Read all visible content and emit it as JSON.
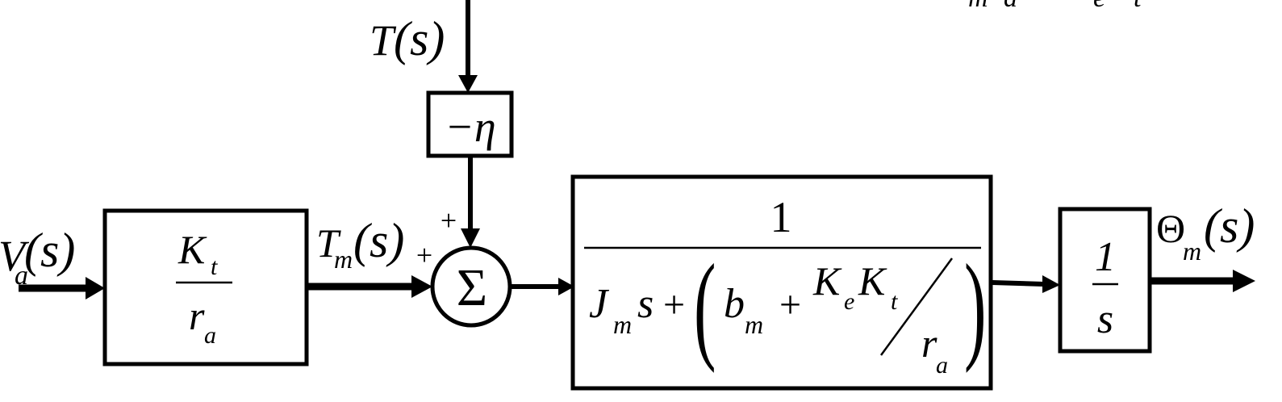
{
  "diagram": {
    "input_v": {
      "main": "V",
      "sub": "a",
      "arg": "(s)"
    },
    "disturbance_t": {
      "main": "T",
      "arg": "(s)"
    },
    "eta_block": {
      "label": "−η"
    },
    "gain_block": {
      "num_main": "K",
      "num_sub": "t",
      "den_main": "r",
      "den_sub": "a"
    },
    "torque_signal": {
      "main": "T",
      "sub": "m",
      "arg": "(s)"
    },
    "summing_junction": {
      "symbol": "Σ",
      "sign_top": "+",
      "sign_left": "+"
    },
    "plant_block": {
      "numerator": "1",
      "den_j": "J",
      "den_j_sub": "m",
      "den_s": "s",
      "plus1": "+",
      "paren_open": "(",
      "den_b": "b",
      "den_b_sub": "m",
      "plus2": "+",
      "den_k1": "K",
      "den_k1_sub": "e",
      "den_k2": "K",
      "den_k2_sub": "t",
      "den_r": "r",
      "den_r_sub": "a",
      "paren_close": ")"
    },
    "integrator_block": {
      "numerator": "1",
      "denominator": "s"
    },
    "output_theta": {
      "main": "Θ",
      "sub": "m",
      "arg": "(s)"
    },
    "top_right_fragment": {
      "text1": "m",
      "text2": "a",
      "text3": "e",
      "text4": "t"
    }
  }
}
